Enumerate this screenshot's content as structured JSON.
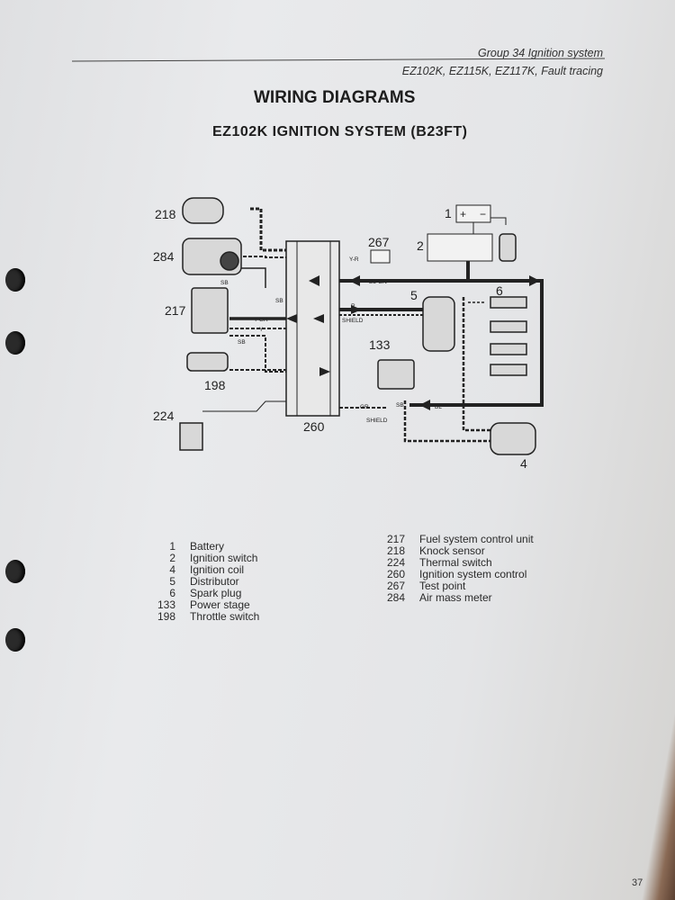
{
  "header": {
    "group": "Group 34 Ignition system",
    "subtitle": "EZ102K, EZ115K, EZ117K, Fault tracing"
  },
  "title": "WIRING DIAGRAMS",
  "subtitle": "EZ102K IGNITION SYSTEM (B23FT)",
  "diagram": {
    "components": {
      "c218": "218",
      "c284": "284",
      "c217": "217",
      "c198": "198",
      "c224": "224",
      "c260": "260",
      "c267": "267",
      "c1": "1",
      "c2": "2",
      "c5": "5",
      "c6": "6",
      "c133": "133",
      "c4": "4"
    },
    "wires": {
      "yr": "Y-R",
      "blgn": "BL-GN",
      "r": "R",
      "shield1": "SHIELD",
      "ygr": "Y-GR",
      "y": "Y",
      "sb1": "SB",
      "sb2": "SB",
      "sb3": "SB",
      "gr": "GR",
      "shield2": "SHIELD",
      "bl": "BL",
      "sb4": "SB"
    },
    "battery": {
      "plus": "+",
      "minus": "−"
    }
  },
  "legend": {
    "left": [
      {
        "num": "1",
        "label": "Battery"
      },
      {
        "num": "2",
        "label": "Ignition switch"
      },
      {
        "num": "4",
        "label": "Ignition coil"
      },
      {
        "num": "5",
        "label": "Distributor"
      },
      {
        "num": "6",
        "label": "Spark plug"
      },
      {
        "num": "133",
        "label": "Power stage"
      },
      {
        "num": "198",
        "label": "Throttle switch"
      }
    ],
    "right": [
      {
        "num": "217",
        "label": "Fuel system control unit"
      },
      {
        "num": "218",
        "label": "Knock sensor"
      },
      {
        "num": "224",
        "label": "Thermal switch"
      },
      {
        "num": "260",
        "label": "Ignition system control"
      },
      {
        "num": "267",
        "label": "Test point"
      },
      {
        "num": "284",
        "label": "Air mass meter"
      }
    ]
  },
  "page_number": "37"
}
